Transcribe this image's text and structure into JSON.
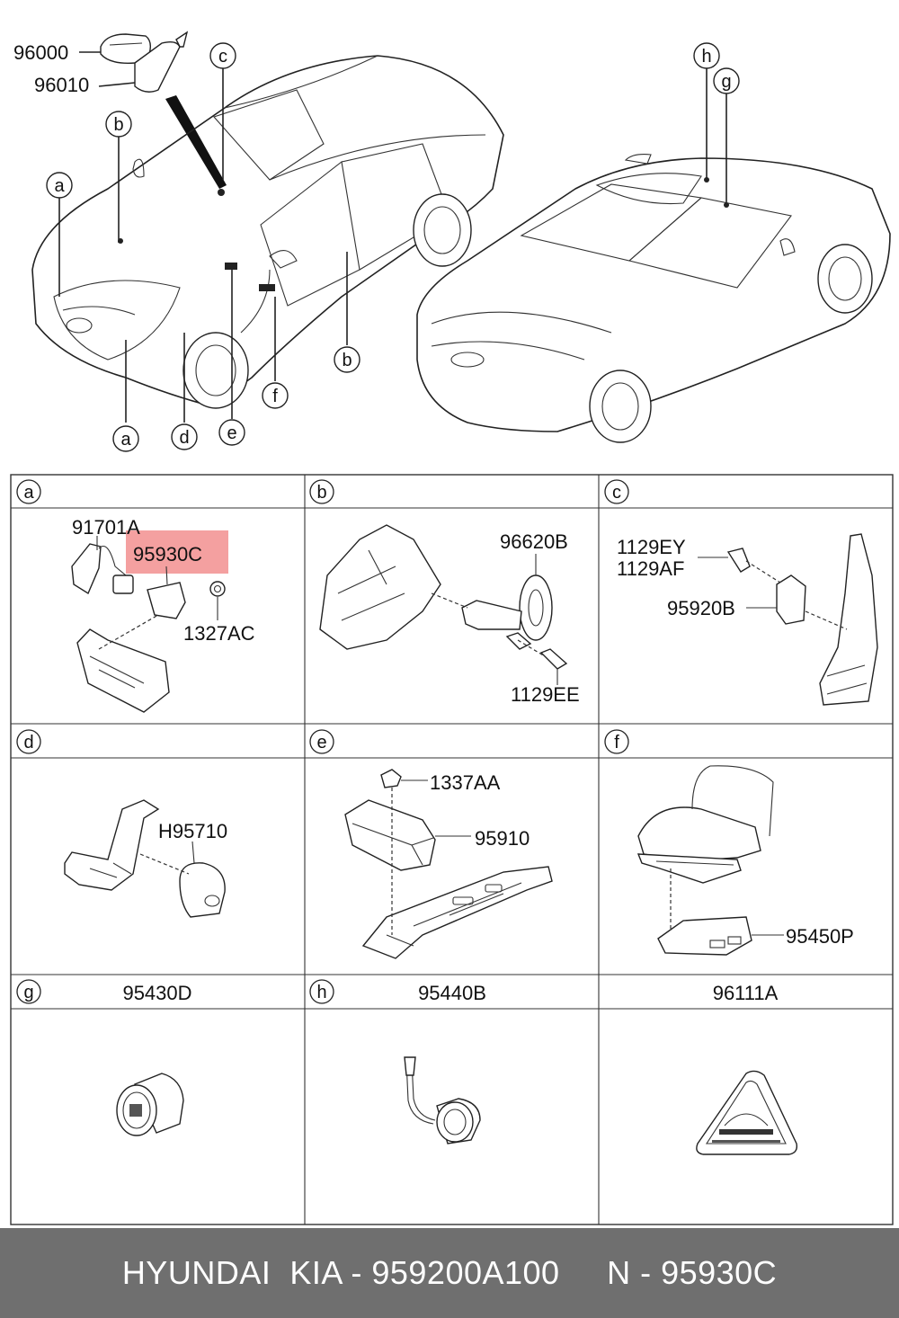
{
  "overview": {
    "callouts": {
      "a1": "a",
      "a2": "a",
      "b1": "b",
      "b2": "b",
      "c": "c",
      "d": "d",
      "e": "e",
      "f": "f",
      "g": "g",
      "h": "h"
    },
    "part_96000": "96000",
    "part_96010": "96010"
  },
  "grid": {
    "cells": [
      {
        "key": "a",
        "header_label": "",
        "parts": [
          "91701A",
          "95930C",
          "1327AC"
        ]
      },
      {
        "key": "b",
        "header_label": "",
        "parts": [
          "96620B",
          "1129EE"
        ]
      },
      {
        "key": "c",
        "header_label": "",
        "parts": [
          "1129EY",
          "1129AF",
          "95920B"
        ]
      },
      {
        "key": "d",
        "header_label": "",
        "parts": [
          "H95710"
        ]
      },
      {
        "key": "e",
        "header_label": "",
        "parts": [
          "1337AA",
          "95910"
        ]
      },
      {
        "key": "f",
        "header_label": "",
        "parts": [
          "95450P"
        ]
      },
      {
        "key": "g",
        "header_label": "95430D",
        "parts": []
      },
      {
        "key": "h",
        "header_label": "95440B",
        "parts": []
      },
      {
        "key": "",
        "header_label": "96111A",
        "parts": []
      }
    ],
    "highlight_color": "#f08080",
    "highlighted_part": "95930C"
  },
  "footer": {
    "text": "HYUNDAI  KIA - 959200A100     N - 95930C",
    "background": "#6f6f6f"
  }
}
